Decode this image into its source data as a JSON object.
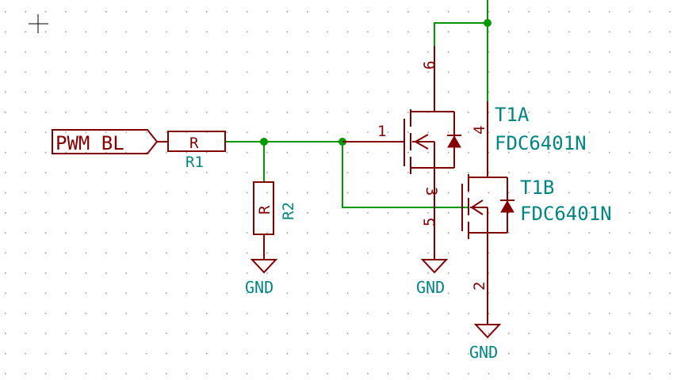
{
  "colors": {
    "wire": "#009900",
    "symbol": "#840000",
    "field_text": "#008484",
    "grid_dot": "#9a9a9a",
    "background": "#ffffff"
  },
  "global_label": {
    "text": "PWM_BL"
  },
  "resistors": [
    {
      "ref": "R1",
      "value": "R"
    },
    {
      "ref": "R2",
      "value": "R"
    }
  ],
  "mosfets": [
    {
      "ref": "T1A",
      "value": "FDC6401N",
      "pins": {
        "gate": "1",
        "drain": "6",
        "source": "3"
      }
    },
    {
      "ref": "T1B",
      "value": "FDC6401N",
      "pins": {
        "gate": "5",
        "drain": "4",
        "source": "2"
      }
    }
  ],
  "power": [
    {
      "name": "GND"
    },
    {
      "name": "GND"
    },
    {
      "name": "GND"
    }
  ],
  "cursor_icon": "crosshair-cursor-icon"
}
